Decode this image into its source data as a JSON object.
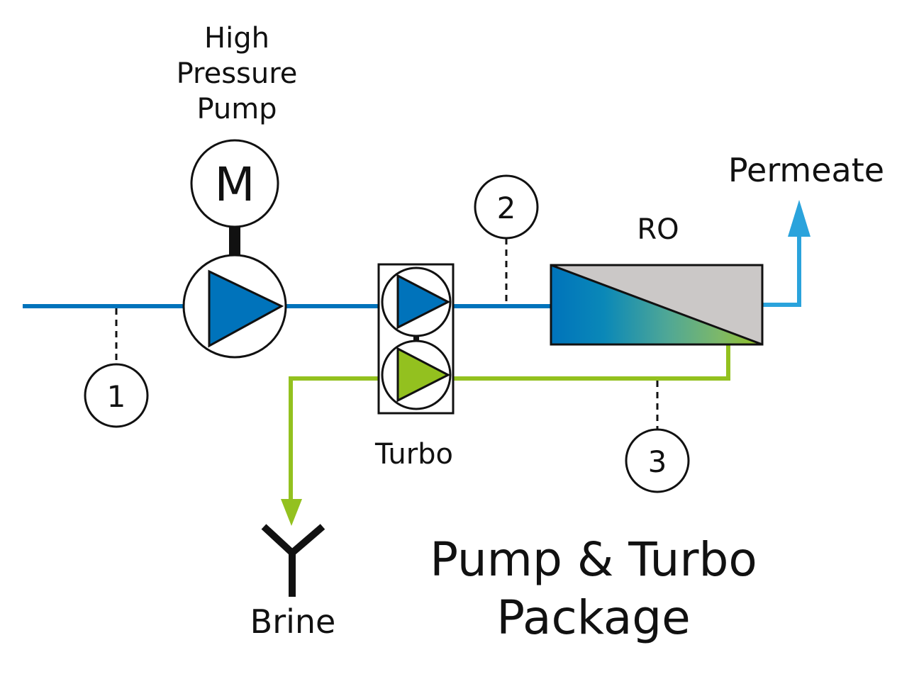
{
  "labels": {
    "high_pressure_pump": [
      "High",
      "Pressure",
      "Pump"
    ],
    "motor": "M",
    "turbo": "Turbo",
    "ro": "RO",
    "permeate": "Permeate",
    "brine": "Brine",
    "title": [
      "Pump & Turbo",
      "Package"
    ]
  },
  "points": [
    "1",
    "2",
    "3"
  ],
  "colors": {
    "feed_blue": "#0073bb",
    "brine_green": "#93c11f",
    "permeate_blue": "#2aa3dc",
    "membrane_grey": "#cbc8c7",
    "outline": "#111111"
  }
}
